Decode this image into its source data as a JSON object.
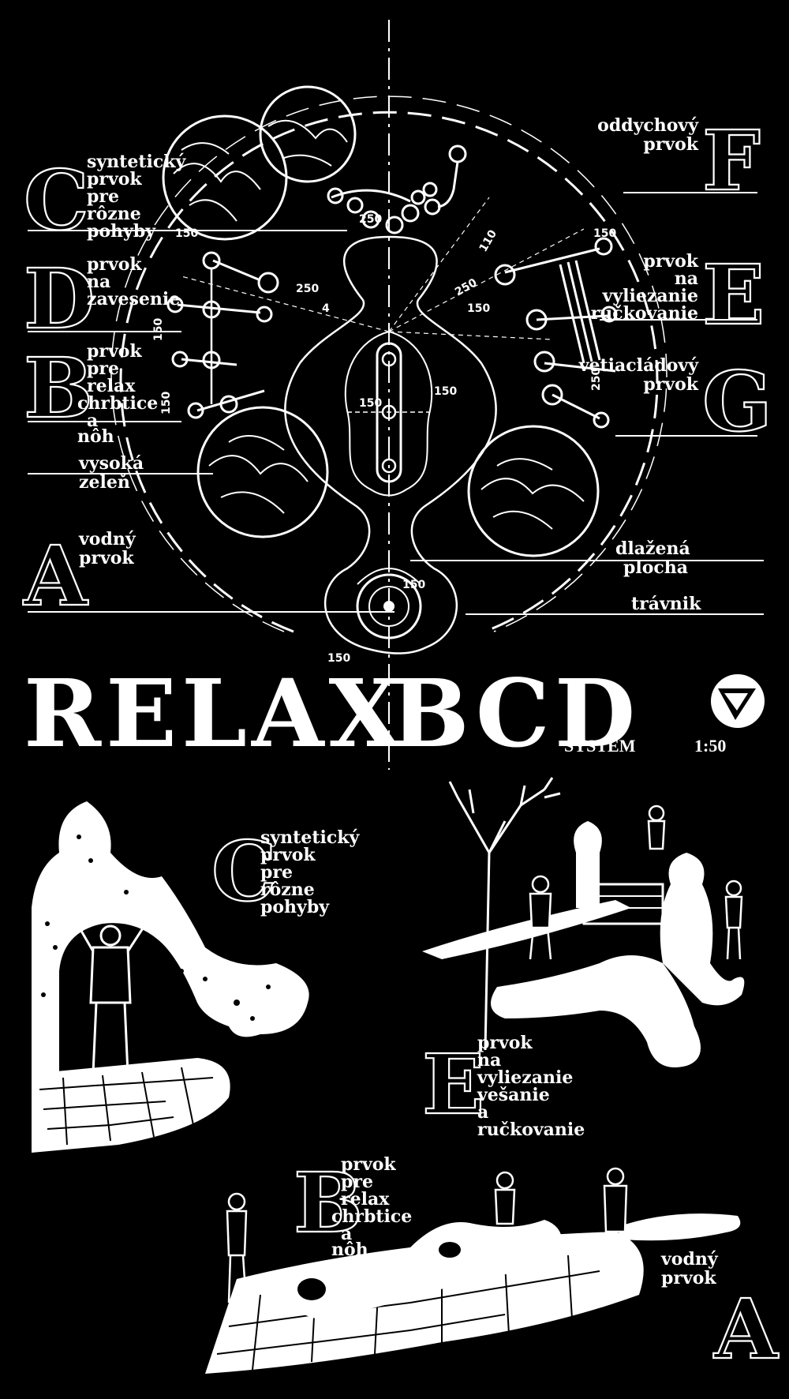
{
  "plan": {
    "title_relax": "RELAX",
    "title_bcd": "BCD",
    "system": "SYSTÉM",
    "scale": "1:50",
    "dims": {
      "d1": "150",
      "d2": "250",
      "d3": "150",
      "d4": "250",
      "d5": "150",
      "d6": "150",
      "d7": "150",
      "d8": "150",
      "d9": "110",
      "d10": "150",
      "d11": "150",
      "d12": "150",
      "d13": "250",
      "d14": "250",
      "d15": "4"
    },
    "legend": [
      {
        "letter": "C",
        "lines": [
          "syntetický",
          "prvok",
          "pre",
          "rôzne",
          "pohyby"
        ]
      },
      {
        "letter": "D",
        "lines": [
          "prvok",
          "na",
          "zavesenie"
        ]
      },
      {
        "letter": "B",
        "lines": [
          "prvok",
          "pre",
          "relax",
          "chrbtice",
          "a",
          "nôh"
        ]
      },
      {
        "letter": "A",
        "lines": [
          "vodný",
          "prvok"
        ]
      },
      {
        "letter": "F",
        "lines": [
          "oddychový",
          "prvok"
        ]
      },
      {
        "letter": "E",
        "lines": [
          "prvok",
          "na",
          "vyliezanie",
          "ručkovanie"
        ]
      },
      {
        "letter": "G",
        "lines": [
          "vetiaci",
          "ládový",
          "prvok"
        ]
      }
    ],
    "notes": {
      "wall": [
        "vysoká",
        "zeleň"
      ],
      "area": [
        "dlažená",
        "plocha"
      ],
      "lawn": "trávnik"
    }
  },
  "perspectives": {
    "c_label": {
      "letter": "C",
      "lines": [
        "syntetický",
        "prvok",
        "pre",
        "rôzne",
        "pohyby"
      ]
    },
    "e_label": {
      "letter": "E",
      "lines": [
        "prvok",
        "na",
        "vyliezanie",
        "vešanie",
        "a",
        "ručkovanie"
      ]
    },
    "b_label": {
      "letter": "B",
      "lines": [
        "prvok",
        "pre",
        "relax",
        "chrbtice",
        "a",
        "nôh"
      ]
    },
    "a_label": {
      "letter": "A",
      "lines": [
        "vodný",
        "prvok"
      ]
    }
  }
}
